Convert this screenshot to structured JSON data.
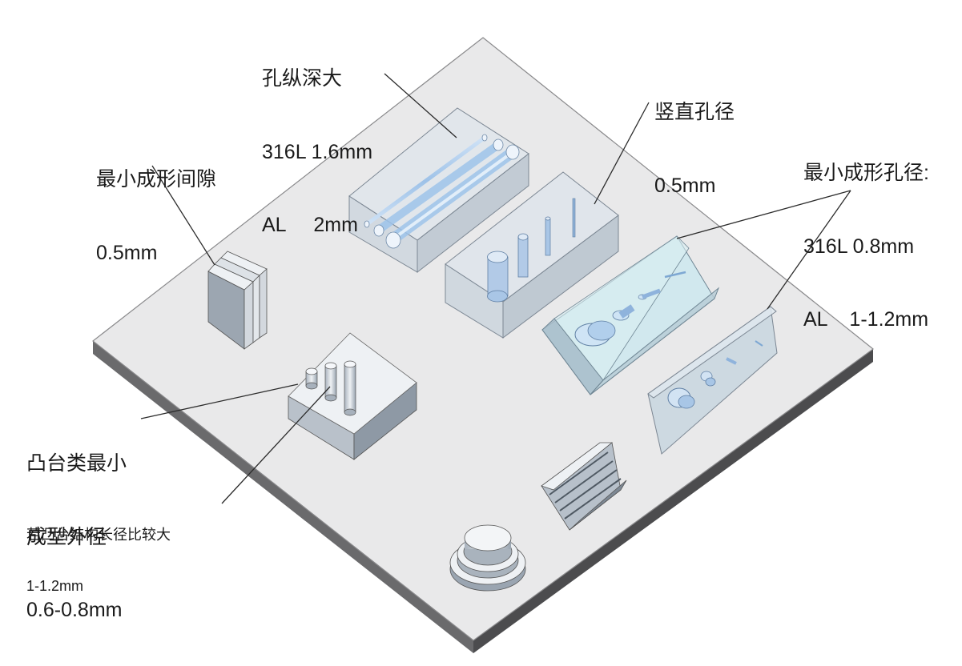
{
  "annotations": {
    "hole_depth": {
      "title": "孔纵深大",
      "line1": "316L 1.6mm",
      "line2": "AL     2mm"
    },
    "vertical_hole": {
      "title": "竖直孔径",
      "value": "0.5mm"
    },
    "min_gap": {
      "title": "最小成形间隙",
      "value": "0.5mm"
    },
    "min_hole": {
      "title": "最小成形孔径:",
      "line1": "316L 0.8mm",
      "line2": "AL    1-1.2mm"
    },
    "boss": {
      "title1": "凸台类最小",
      "title2": "成型外径",
      "value": "0.6-0.8mm"
    },
    "boss_long": {
      "text": "若凸台结构长径比较大",
      "value": "1-1.2mm"
    }
  },
  "colors": {
    "plate_top": "#e9e9ea",
    "plate_side": "#58585a",
    "glass": "#c8d4df",
    "hole_blue": "#8fb5dc",
    "leader": "#2b2b2b"
  }
}
